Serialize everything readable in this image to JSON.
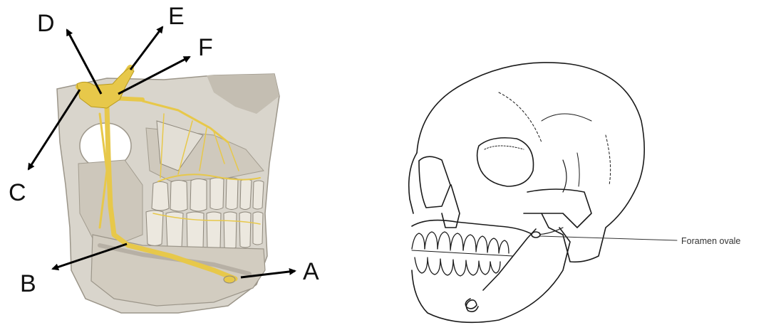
{
  "left_panel": {
    "labels": {
      "A": "A",
      "B": "B",
      "C": "C",
      "D": "D",
      "E": "E",
      "F": "F"
    }
  },
  "right_panel": {
    "callout": "Foramen ovale"
  },
  "colors": {
    "nerve": "#e7c84a",
    "nerve_outline": "#b99a1e",
    "bone": "#d9d5cc",
    "bone_shadow": "#b6b0a4",
    "tooth": "#ece8df",
    "arrow": "#000000",
    "line_art": "#1a1a1a"
  }
}
